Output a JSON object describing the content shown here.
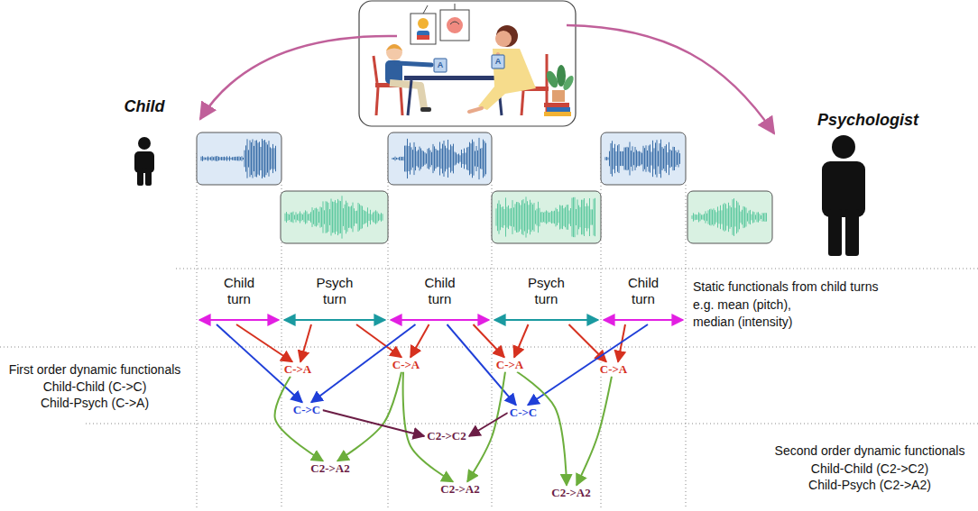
{
  "diagram": {
    "nodes": [
      {
        "text": [
          "Child turn"
        ]
      },
      {
        "text": [
          "Psych turn"
        ]
      },
      {
        "text": [
          "Child turn"
        ]
      },
      {
        "text": [
          "Psych turn"
        ]
      },
      {
        "text": [
          "Child turn"
        ]
      },
      {
        "text": [
          "C->A"
        ]
      },
      {
        "text": [
          "C->A"
        ]
      },
      {
        "text": [
          "C->A"
        ]
      },
      {
        "text": [
          "C->A"
        ]
      },
      {
        "text": [
          "C->C"
        ]
      },
      {
        "text": [
          "C->C"
        ]
      },
      {
        "text": [
          "C2->C2"
        ]
      },
      {
        "text": [
          "C2->A2"
        ]
      },
      {
        "text": [
          "C2->A2"
        ]
      },
      {
        "text": [
          "C2->A2"
        ]
      }
    ],
    "edges": [
      {
        "from": 0,
        "to": 5,
        "arrow": "to"
      },
      {
        "from": 1,
        "to": 5,
        "arrow": "to"
      },
      {
        "from": 1,
        "to": 6,
        "arrow": "to"
      },
      {
        "from": 2,
        "to": 6,
        "arrow": "to"
      },
      {
        "from": 2,
        "to": 7,
        "arrow": "to"
      },
      {
        "from": 3,
        "to": 7,
        "arrow": "to"
      },
      {
        "from": 3,
        "to": 8,
        "arrow": "to"
      },
      {
        "from": 4,
        "to": 8,
        "arrow": "to"
      },
      {
        "from": 0,
        "to": 9,
        "arrow": "to"
      },
      {
        "from": 2,
        "to": 9,
        "arrow": "to"
      },
      {
        "from": 2,
        "to": 10,
        "arrow": "to"
      },
      {
        "from": 4,
        "to": 10,
        "arrow": "to"
      },
      {
        "from": 5,
        "to": 12,
        "arrow": "to"
      },
      {
        "from": 6,
        "to": 12,
        "arrow": "to"
      },
      {
        "from": 6,
        "to": 13,
        "arrow": "to"
      },
      {
        "from": 7,
        "to": 13,
        "arrow": "to"
      },
      {
        "from": 7,
        "to": 14,
        "arrow": "to"
      },
      {
        "from": 8,
        "to": 14,
        "arrow": "to"
      },
      {
        "from": 9,
        "to": 11,
        "arrow": "to"
      },
      {
        "from": 10,
        "to": 11,
        "arrow": "to"
      }
    ],
    "labels": [
      "Child",
      "Psychologist",
      "A",
      "A",
      "Static functionals from child turns",
      "e.g. mean (pitch),",
      "median (intensity)",
      "First order dynamic functionals",
      "Child-Child (C->C)",
      "Child-Psych (C->A)",
      "Second order dynamic functionals",
      "Child-Child (C2->C2)",
      "Child-Psych (C2->A2)"
    ]
  }
}
